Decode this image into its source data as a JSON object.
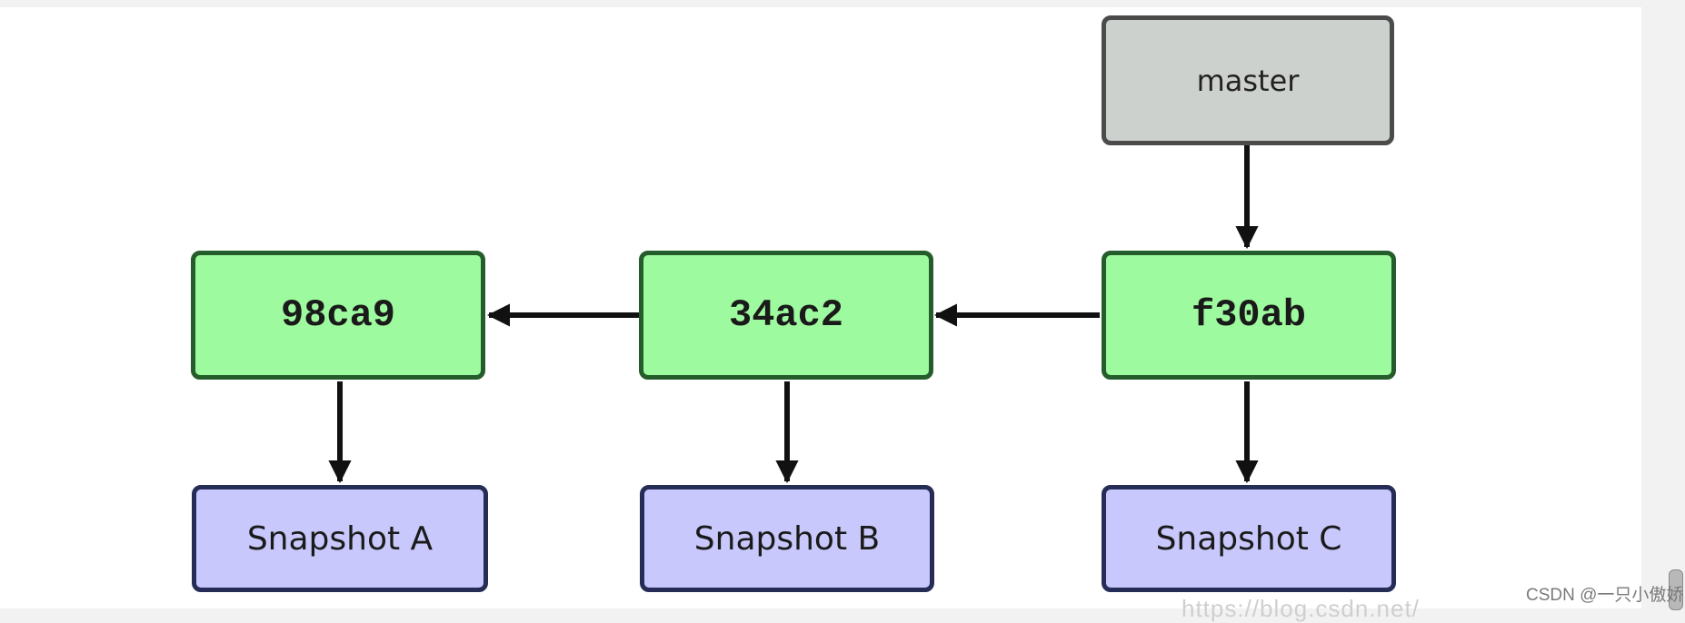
{
  "diagram": {
    "branch": {
      "label": "master"
    },
    "commits": [
      {
        "id": "98ca9",
        "snapshot": "Snapshot A"
      },
      {
        "id": "34ac2",
        "snapshot": "Snapshot B"
      },
      {
        "id": "f30ab",
        "snapshot": "Snapshot C"
      }
    ],
    "colors": {
      "branch_fill": "#cdd1cd",
      "commit_fill": "#9efa9e",
      "snapshot_fill": "#c8c8fc",
      "arrow": "#111111"
    }
  },
  "watermark": "CSDN @一只小傲娇",
  "url_fragment": "https://blog.csdn.net/"
}
